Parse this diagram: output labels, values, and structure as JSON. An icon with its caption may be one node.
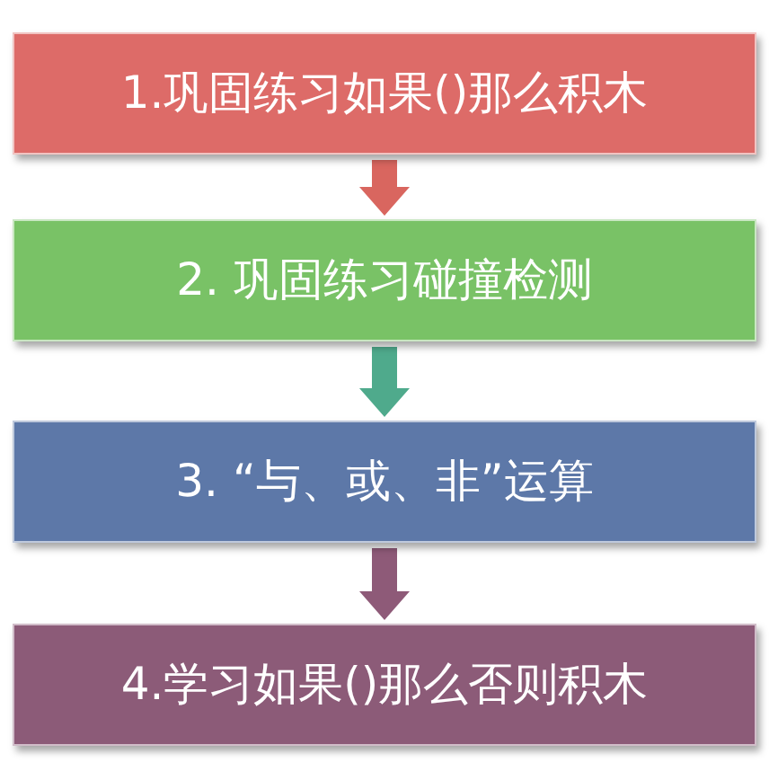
{
  "diagram": {
    "nodes": [
      {
        "text": [
          "1.巩固练习如果()那么积木"
        ]
      },
      {
        "text": [
          "2. 巩固练习碰撞检测"
        ]
      },
      {
        "text": [
          "3. “与、或、非”运算"
        ]
      },
      {
        "text": [
          "4.学习如果()那么否则积木"
        ]
      }
    ],
    "edges": [
      {
        "from": 0,
        "to": 1,
        "arrow": "to",
        "color": "#d9665f"
      },
      {
        "from": 1,
        "to": 2,
        "arrow": "to",
        "color": "#4faa8c"
      },
      {
        "from": 2,
        "to": 3,
        "arrow": "to",
        "color": "#8e5a78"
      }
    ]
  }
}
